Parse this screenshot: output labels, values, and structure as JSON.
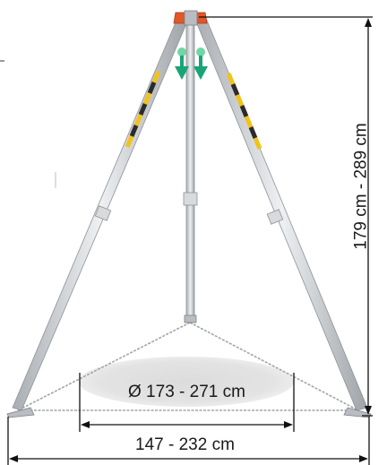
{
  "dimensions": {
    "height_label": "179 cm - 289 cm",
    "width_label": "147 - 232 cm",
    "footprint_label": "Ø 173 - 271 cm"
  },
  "colors": {
    "leg": "#c9ccd0",
    "leg_edge": "#8e9297",
    "head": "#e2562a",
    "stripe_yellow": "#f2c21c",
    "stripe_dark": "#2b2b2b",
    "arrow": "#19a477",
    "arrow_knob": "#6fd6a6",
    "chain": "#9aa0a6",
    "footprint": "#d9d9d9",
    "dimension_line": "#111111"
  },
  "icons": [
    "down-arrow-icon",
    "down-arrow-icon"
  ]
}
